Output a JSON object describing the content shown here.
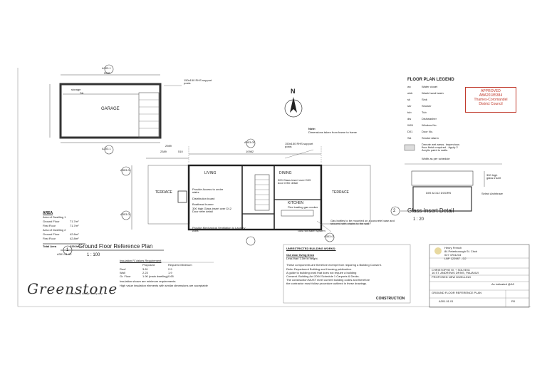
{
  "plan": {
    "garage_label": "GARAGE",
    "storage_label": "storage",
    "sa_label": "SA",
    "living_label": "LIVING",
    "dining_label": "DINING",
    "kitchen_label": "KITCHEN",
    "terrace_left": "TERRACE",
    "terrace_right": "TERRACE",
    "north_label": "N",
    "dim_top": "10982",
    "dim_left_a": "2389",
    "dim_left_b": "510",
    "dim_left_c": "2989",
    "dim_garage": "5980",
    "support_posts_1": "150x150 RHS support posts",
    "support_posts_2": "150x150 RHS support posts",
    "note_title": "Note:",
    "note_text": "Dimensions taken from frame to frame",
    "provide_access": "Provide Access to under stairs",
    "distribution_board": "Distribution board",
    "boathead_burner": "Boathead burner",
    "glass_insert_1": "300 high Glass insert over D12 Door refer detail",
    "glass_insert_2": "300 Glass insert over D09 door refer detail",
    "kitchen_note": "Flex loading gas cooker",
    "mech_vent": "Provide Mechanical Ventilation to Laundry Area",
    "gas_bottles": "Gas bottles to be mounted on a concrete base and secured with chains to the wall",
    "gas_water": "Gas hot water system",
    "ref_a303_1": "A303.1",
    "ref_a303_2": "A303.1",
    "ref_a303_3": "A303.01",
    "ref_a303_4": "A303.01",
    "ref_a303_5": "A303.01",
    "ref_a303_6": "A303.01"
  },
  "legend": {
    "title": "FLOOR PLAN  LEGEND",
    "items": [
      {
        "code": "wc",
        "desc": "Water closet"
      },
      {
        "code": "whb",
        "desc": "Wash hand basin"
      },
      {
        "code": "sk",
        "desc": "Sink"
      },
      {
        "code": "shr",
        "desc": "Shower"
      },
      {
        "code": "tub",
        "desc": "Tub"
      },
      {
        "code": "dw",
        "desc": "Dishwasher"
      },
      {
        "code": "W01",
        "desc": "Window No."
      },
      {
        "code": "D01",
        "desc": "Door No."
      },
      {
        "code": "SA",
        "desc": "Smoke Alarm"
      }
    ],
    "wet_areas": "Denote wet areas. Impervious floor finish required - Apply 2 Acrylic paint to walls.",
    "width_note": "Width as per schedule"
  },
  "stamp": {
    "line1": "APPROVED",
    "line2": "ABA20185384",
    "line3": "Thames-Coromandel",
    "line4": "District Council"
  },
  "glass_detail": {
    "number": "2",
    "title": "Glass Insert Detail",
    "scale": "1 : 20",
    "door_label": "D09 & D12 DOORS",
    "architrave": "Select Architrave",
    "glass_high": "300 high glass insert"
  },
  "areas": {
    "title": "AREA",
    "rows": [
      {
        "label": "Area of Dwelling 1",
        "value": ""
      },
      {
        "label": "Ground Floor",
        "value": "71.7m²"
      },
      {
        "label": "First Floor",
        "value": "71.7m²"
      },
      {
        "label": "Area of Dwelling 2",
        "value": ""
      },
      {
        "label": "Ground Floor",
        "value": "42.8m²"
      },
      {
        "label": "First Floor",
        "value": "42.8m²"
      }
    ],
    "total_label": "Total Area",
    "total_value": "229.0m²"
  },
  "ref_plan": {
    "number": "1",
    "sheet": "A301.01.02",
    "title": "Ground Floor Reference Plan",
    "scale": "1 : 100"
  },
  "insulation": {
    "title": "Insulation R-Values Requirement",
    "col_proposed": "Proposed",
    "col_required": "Required Minimum",
    "rows": [
      {
        "item": "Roof",
        "proposed": "3.81",
        "required": "2.9"
      },
      {
        "item": "Wall",
        "proposed": "2.23",
        "required": "1.9"
      },
      {
        "item": "Gr. Floor",
        "proposed": "1.90 (main dwelling)",
        "required": "0.65"
      }
    ],
    "note1": "Insulation shown are minimum requirements",
    "note2": "High value insulation elements with similar dimensions are acceptable"
  },
  "unrestricted": {
    "title": "UNRESTRICTED BUILDING WORKS:",
    "sub": "Out door living Deck",
    "sub2": "Less than 1.0m in height.",
    "p1": "These components are therefore exempt from requiring a Building Consent.",
    "p2": "Refer Department Building and Housing publication.",
    "p3": "A guide to building work that does not require a building",
    "p4": "Consent. Building Act 2004 Schedule 1 Carports & Decks.",
    "p5": "The construction MUST meet current building codes and therefore",
    "p6": "the contractor must follow procedure outlined in these drawings.",
    "construction": "CONSTRUCTION"
  },
  "title_block": {
    "company": "Henry French",
    "addr1": "84 Peterborough St. Chch",
    "addr2": "027 4761234",
    "addr3": "LBP 122987 - D2",
    "client1": "CHRISTOPHE W. + SOLVEIG",
    "client2": "16 ST. ANDREWS DRIVE, PAUANUI",
    "client3": "PROPOSED NEW DWELLING",
    "scale_label": "As indicated @A3",
    "drawing_title": "GROUND FLOOR REFERENCE PLAN",
    "sheet_no": "A301.01.01",
    "rev": "R0"
  },
  "footer": {
    "logo": "Greenstone",
    "tagline": "architectural design company"
  }
}
